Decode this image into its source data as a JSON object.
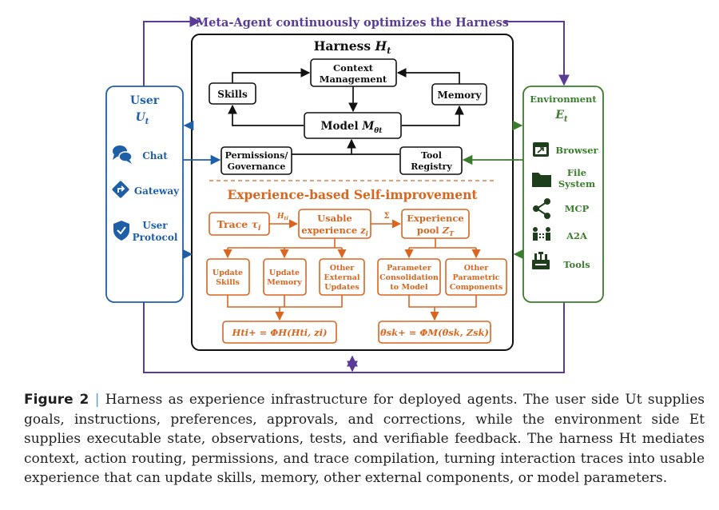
{
  "meta_loop": {
    "label": "Meta-Agent continuously optimizes the Harness"
  },
  "harness": {
    "title": "Harness",
    "title_symbol": "H",
    "title_sub": "t",
    "context_line1": "Context",
    "context_line2": "Management",
    "skills": "Skills",
    "memory": "Memory",
    "model_label": "Model",
    "model_symbol": "M",
    "model_sub": "θt",
    "perm_line1": "Permissions/",
    "perm_line2": "Governance",
    "tool_line1": "Tool",
    "tool_line2": "Registry"
  },
  "experience": {
    "title": "Experience-based Self-improvement",
    "trace_label": "Trace",
    "trace_symbol": "τ",
    "trace_sub": "i",
    "arrow1_symbol": "H",
    "arrow1_sub": "ti",
    "usable_line1": "Usable",
    "usable_line2": "experience",
    "usable_symbol": "z",
    "usable_sub": "i",
    "arrow2_label": "Σ",
    "pool_line1": "Experience",
    "pool_line2": "pool",
    "pool_symbol": "Z",
    "pool_sub": "T",
    "update_skills_line1": "Update",
    "update_skills_line2": "Skills",
    "update_memory_line1": "Update",
    "update_memory_line2": "Memory",
    "other_ext_line1": "Other",
    "other_ext_line2": "External",
    "other_ext_line3": "Updates",
    "param_line1": "Parameter",
    "param_line2": "Consolidation",
    "param_line3": "to Model",
    "other_param_line1": "Other",
    "other_param_line2": "Parametric",
    "other_param_line3": "Components",
    "formula_left": "Hti+ = ΦH(Hti, zi)",
    "formula_right": "θsk+ = ΦM(θsk, Zsk)"
  },
  "user": {
    "title": "User",
    "symbol": "U",
    "sub": "t",
    "items": [
      {
        "label": "Chat",
        "icon": "chat-icon"
      },
      {
        "label": "Gateway",
        "icon": "gateway-icon"
      },
      {
        "label_line1": "User",
        "label_line2": "Protocol",
        "icon": "shield-check-icon"
      }
    ]
  },
  "environment": {
    "title": "Environment",
    "symbol": "E",
    "sub": "t",
    "items": [
      {
        "label": "Browser",
        "icon": "browser-icon"
      },
      {
        "label_line1": "File",
        "label_line2": "System",
        "icon": "folder-icon"
      },
      {
        "label": "MCP",
        "icon": "mcp-icon"
      },
      {
        "label": "A2A",
        "icon": "a2a-icon"
      },
      {
        "label": "Tools",
        "icon": "tools-icon"
      }
    ]
  },
  "caption": {
    "figure_label": "Figure 2",
    "text": "Harness as experience infrastructure for deployed agents. The user side Ut supplies goals, instructions, preferences, approvals, and corrections, while the environment side Et supplies executable state, observations, tests, and verifiable feedback. The harness Ht mediates context, action routing, permissions, and trace compilation, turning interaction traces into usable experience that can update skills, memory, other external components, or model parameters."
  },
  "colors": {
    "blue": "#1f5fa8",
    "green": "#3a7d2c",
    "orange": "#d9651e",
    "purple": "#5a3c98",
    "black": "#111111"
  }
}
